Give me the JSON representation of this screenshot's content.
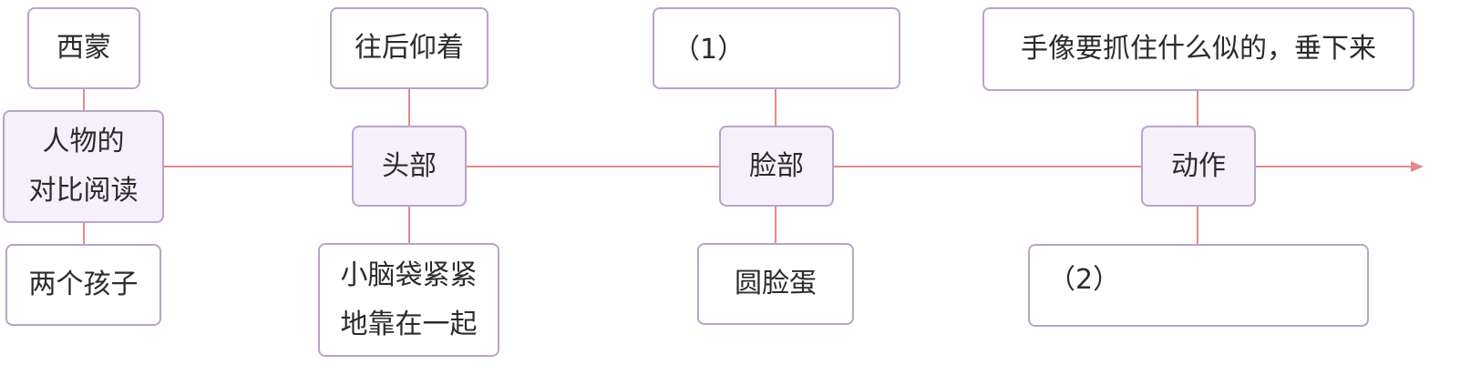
{
  "diagram": {
    "center": {
      "label": "人物的\n对比阅读",
      "top": "西蒙",
      "bottom": "两个孩子"
    },
    "branches": [
      {
        "node": "头部",
        "top": "往后仰着",
        "bottom": "小脑袋紧紧\n地靠在一起"
      },
      {
        "node": "脸部",
        "top": "（1）",
        "bottom": "圆脸蛋"
      },
      {
        "node": "动作",
        "top": "手像要抓住什么似的，垂下来",
        "bottom": "（2）"
      }
    ],
    "colors": {
      "line": "#e38a8a",
      "box_border": "#b9a3c9",
      "node_fill": "#f6f0fa"
    }
  }
}
